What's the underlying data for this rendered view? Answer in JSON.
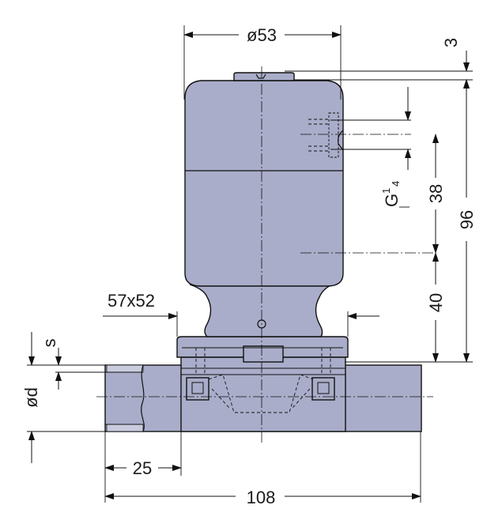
{
  "colors": {
    "body_fill": "#a9adc9",
    "pipe_fill": "#a9adc9",
    "pipe_inner": "#c9ccde",
    "line": "#111111",
    "background": "#ffffff"
  },
  "dimensions": {
    "top_diameter": "ø53",
    "top_offset": "3",
    "overall_height": "96",
    "port_offset": "38",
    "lower_height": "40",
    "flange_size": "57x52",
    "wall_thickness": "s",
    "pipe_diameter": "ød",
    "pipe_stub": "25",
    "overall_length": "108"
  },
  "port_thread": {
    "main": "G",
    "fraction_num": "1",
    "fraction_den": "4"
  }
}
